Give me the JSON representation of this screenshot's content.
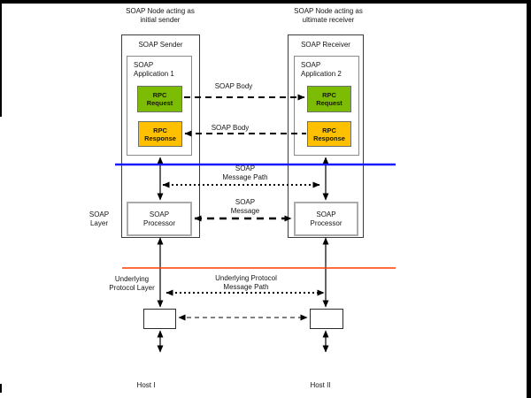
{
  "diagram": {
    "headers": {
      "left": "SOAP Node acting as\ninitial sender",
      "right": "SOAP Node acting as\nultimate receiver"
    },
    "sender": {
      "title": "SOAP Sender",
      "application": "SOAP\nApplication 1",
      "rpc_request": "RPC\nRequest",
      "rpc_response": "RPC\nResponse",
      "processor": "SOAP\nProcessor"
    },
    "receiver": {
      "title": "SOAP Receiver",
      "application": "SOAP\nApplication 2",
      "rpc_request": "RPC\nRequest",
      "rpc_response": "RPC\nResponse",
      "processor": "SOAP\nProcessor"
    },
    "connections": {
      "soap_body_request": "SOAP Body",
      "soap_body_response": "SOAP Body",
      "soap_message_path": "SOAP\nMessage Path",
      "soap_message": "SOAP\nMessage",
      "underlying_message_path": "Underlying Protocol\nMessage Path"
    },
    "layers": {
      "soap": "SOAP\nLayer",
      "underlying": "Underlying\nProtocol Layer"
    },
    "hosts": {
      "left": "Host I",
      "right": "Host II"
    }
  },
  "colors": {
    "rpc_request_fill": "#7CBC04",
    "rpc_response_fill": "#FFC000",
    "soap_layer_line": "#1A1AFF",
    "underlying_layer_line": "#FF3D00",
    "connector": "#000000"
  }
}
